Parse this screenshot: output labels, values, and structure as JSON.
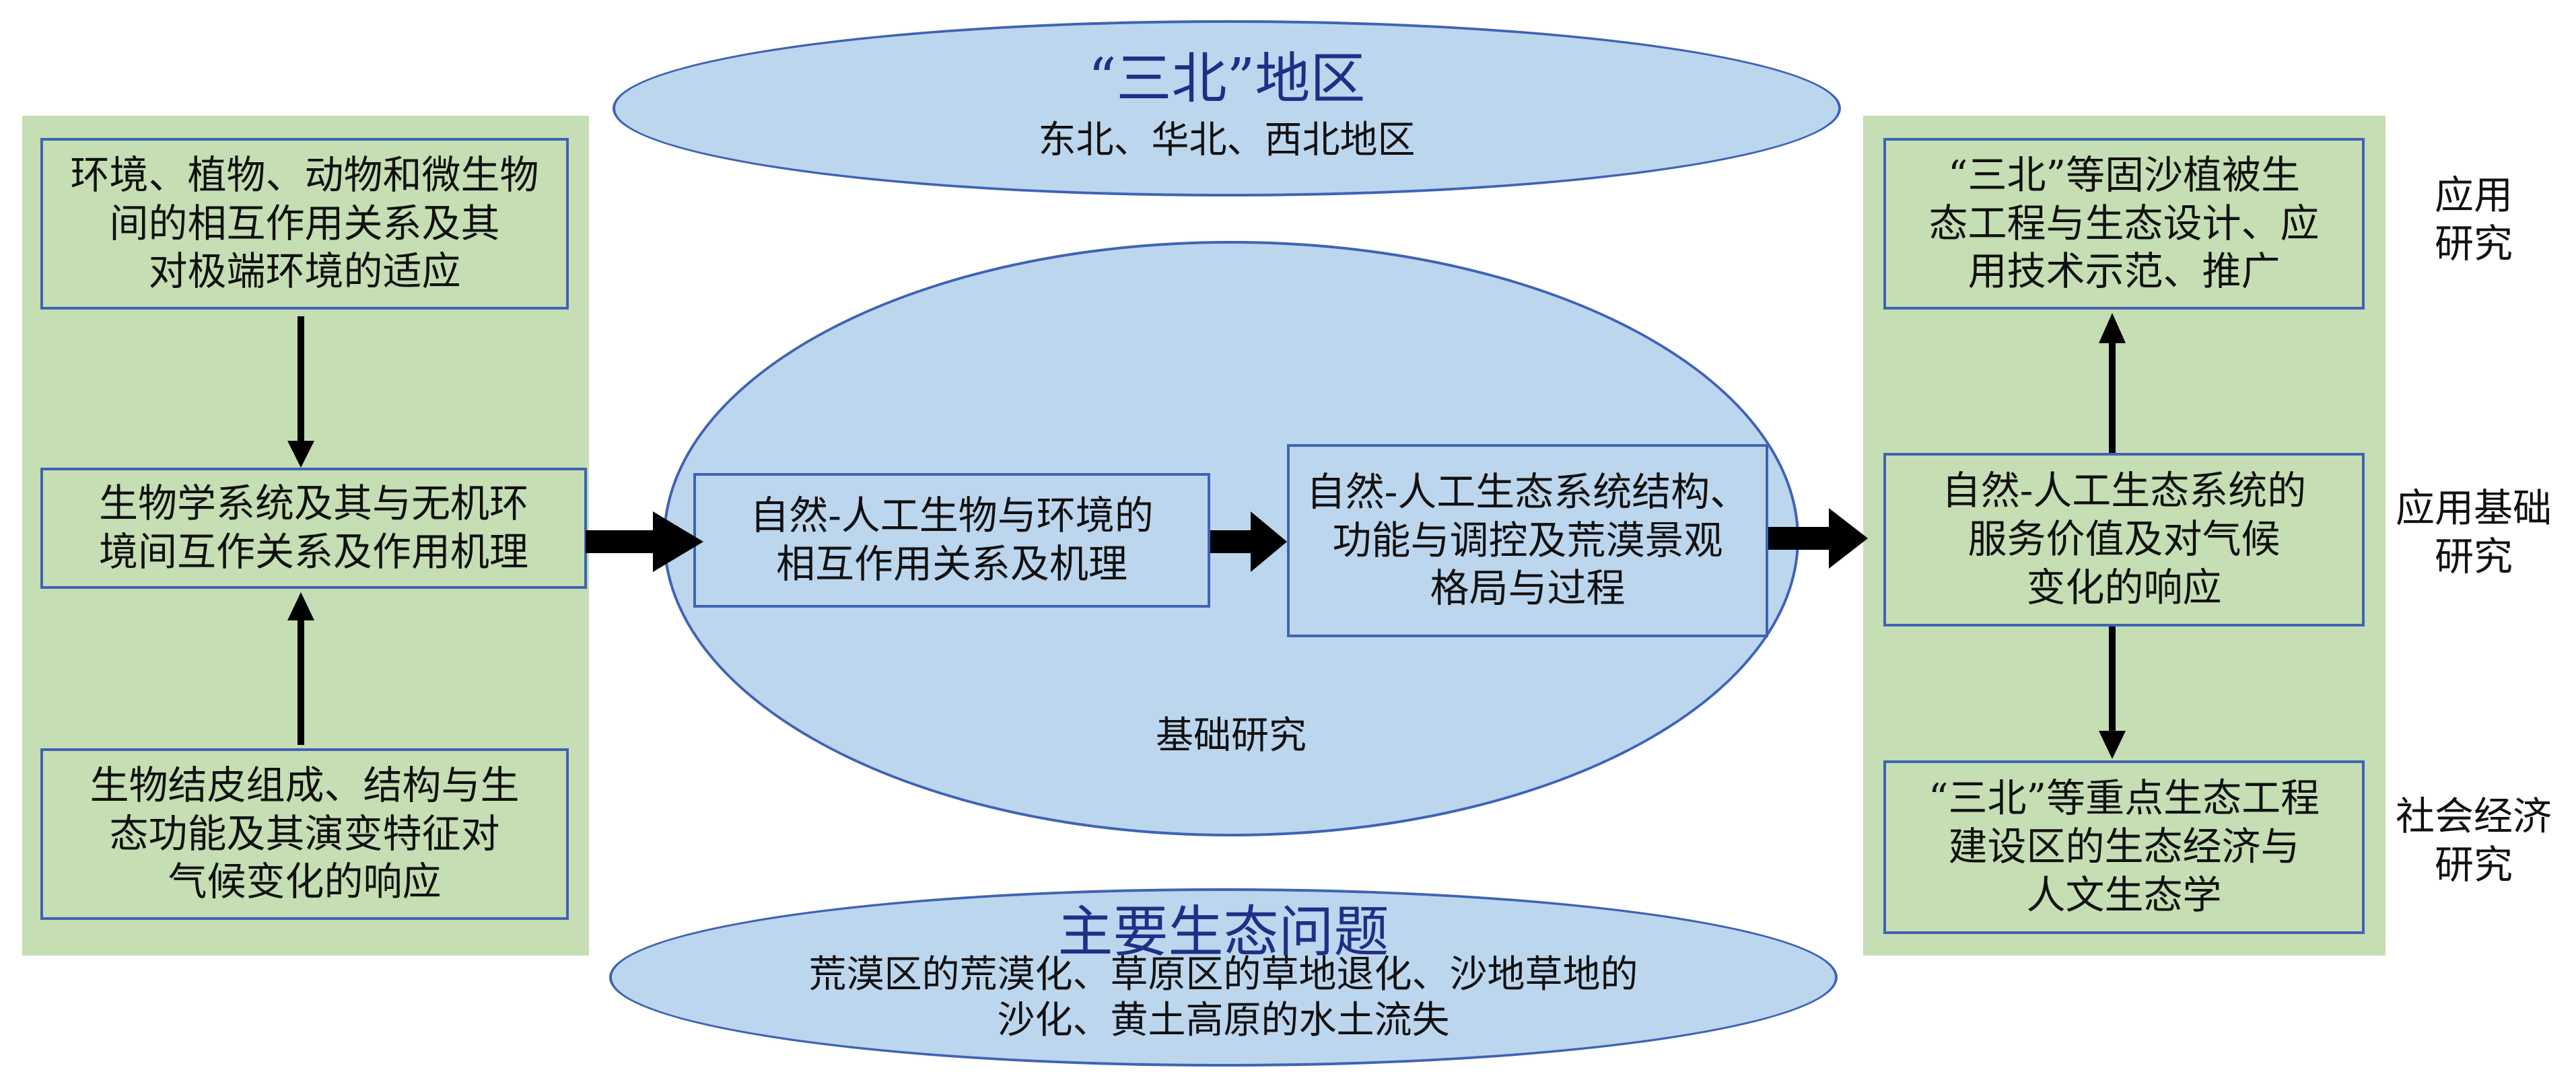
{
  "top_region": {
    "title": "“三北”地区",
    "subtitle": "东北、华北、西北地区"
  },
  "bottom_problem": {
    "title": "主要生态问题",
    "text": "荒漠区的荒漠化、草原区的草地退化、沙地草地的\n沙化、黄土高原的水土流失"
  },
  "left_panel": {
    "box_top": "环境、植物、动物和微生物\n间的相互作用关系及其\n对极端环境的适应",
    "box_middle": "生物学系统及其与无机环\n境间互作关系及作用机理",
    "box_bottom": "生物结皮组成、结构与生\n态功能及其演变特征对\n气候变化的响应"
  },
  "center": {
    "box_left": "自然-人工生物与环境的\n相互作用关系及机理",
    "box_right": "自然-人工生态系统结构、\n功能与调控及荒漠景观\n格局与过程",
    "label": "基础研究"
  },
  "right_panel": {
    "box_top": "“三北”等固沙植被生\n态工程与生态设计、应\n用技术示范、推广",
    "box_middle": "自然-人工生态系统的\n服务价值及对气候\n变化的响应",
    "box_bottom": "“三北”等重点生态工程\n建设区的生态经济与\n人文生态学"
  },
  "side_labels": {
    "applied": "应用\n研究",
    "applied_basic": "应用基础\n研究",
    "socio_economic": "社会经济\n研究"
  },
  "colors": {
    "panel_green": "#c5deb3",
    "ellipse_blue": "#bcd6ee",
    "border_blue": "#3f63b5",
    "title_navy": "#1f2f86"
  }
}
